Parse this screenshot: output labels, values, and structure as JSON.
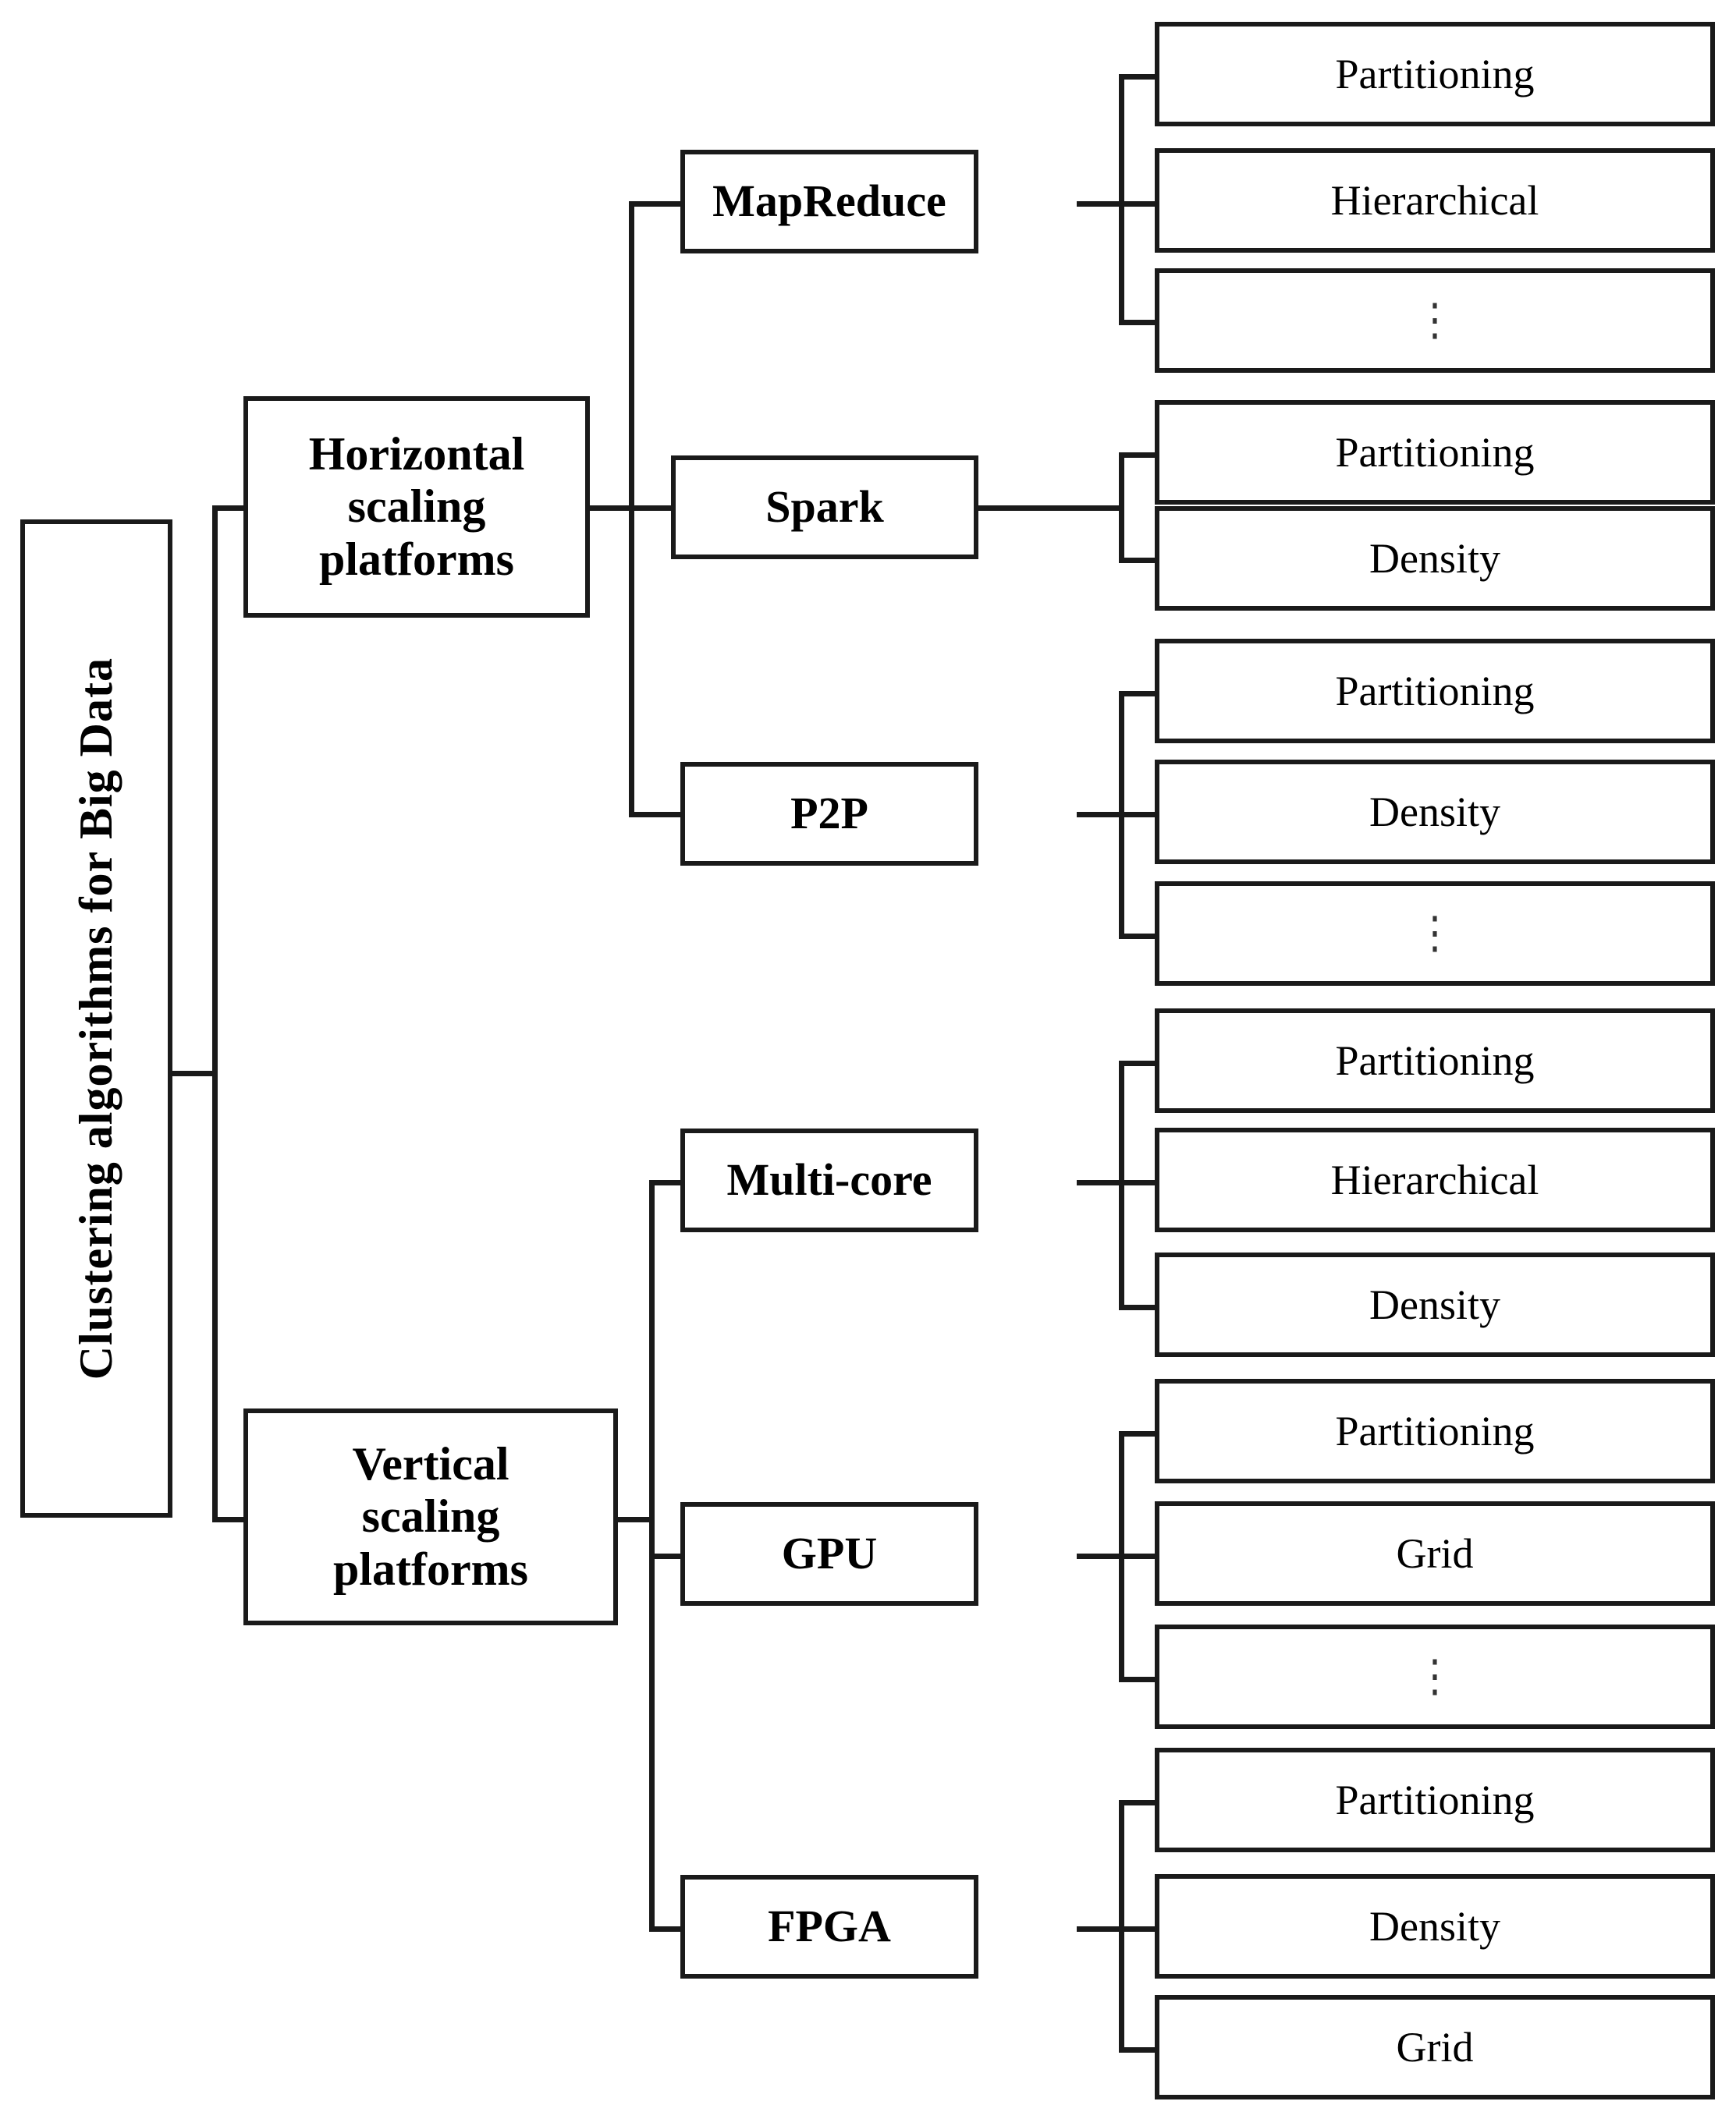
{
  "diagram": {
    "title": "Clustering algorithms for Big Data taxonomy",
    "root": {
      "label": "Clustering algorithms for Big Data"
    },
    "branches": [
      {
        "label": "Horizontal\nscaling\nplatforms"
      },
      {
        "label": "Vertical\nscaling\nplatforms"
      }
    ],
    "platforms": [
      {
        "label": "MapReduce"
      },
      {
        "label": "Spark"
      },
      {
        "label": "P2P"
      },
      {
        "label": "Multi-core"
      },
      {
        "label": "GPU"
      },
      {
        "label": "FPGA"
      }
    ],
    "leaves": {
      "mapreduce": [
        {
          "label": "Partitioning"
        },
        {
          "label": "Hierarchical"
        },
        {
          "label": "⋮"
        }
      ],
      "spark": [
        {
          "label": "Partitioning"
        },
        {
          "label": "Density"
        }
      ],
      "p2p": [
        {
          "label": "Partitioning"
        },
        {
          "label": "Density"
        },
        {
          "label": "⋮"
        }
      ],
      "multicore": [
        {
          "label": "Partitioning"
        },
        {
          "label": "Hierarchical"
        },
        {
          "label": "Density"
        }
      ],
      "gpu": [
        {
          "label": "Partitioning"
        },
        {
          "label": "Grid"
        },
        {
          "label": "⋮"
        }
      ],
      "fpga": [
        {
          "label": "Partitioning"
        },
        {
          "label": "Density"
        },
        {
          "label": "Grid"
        }
      ]
    },
    "colors": {
      "border": "#1a1a1a",
      "background": "#ffffff",
      "text": "#000000",
      "connector": "#1a1a1a"
    }
  }
}
